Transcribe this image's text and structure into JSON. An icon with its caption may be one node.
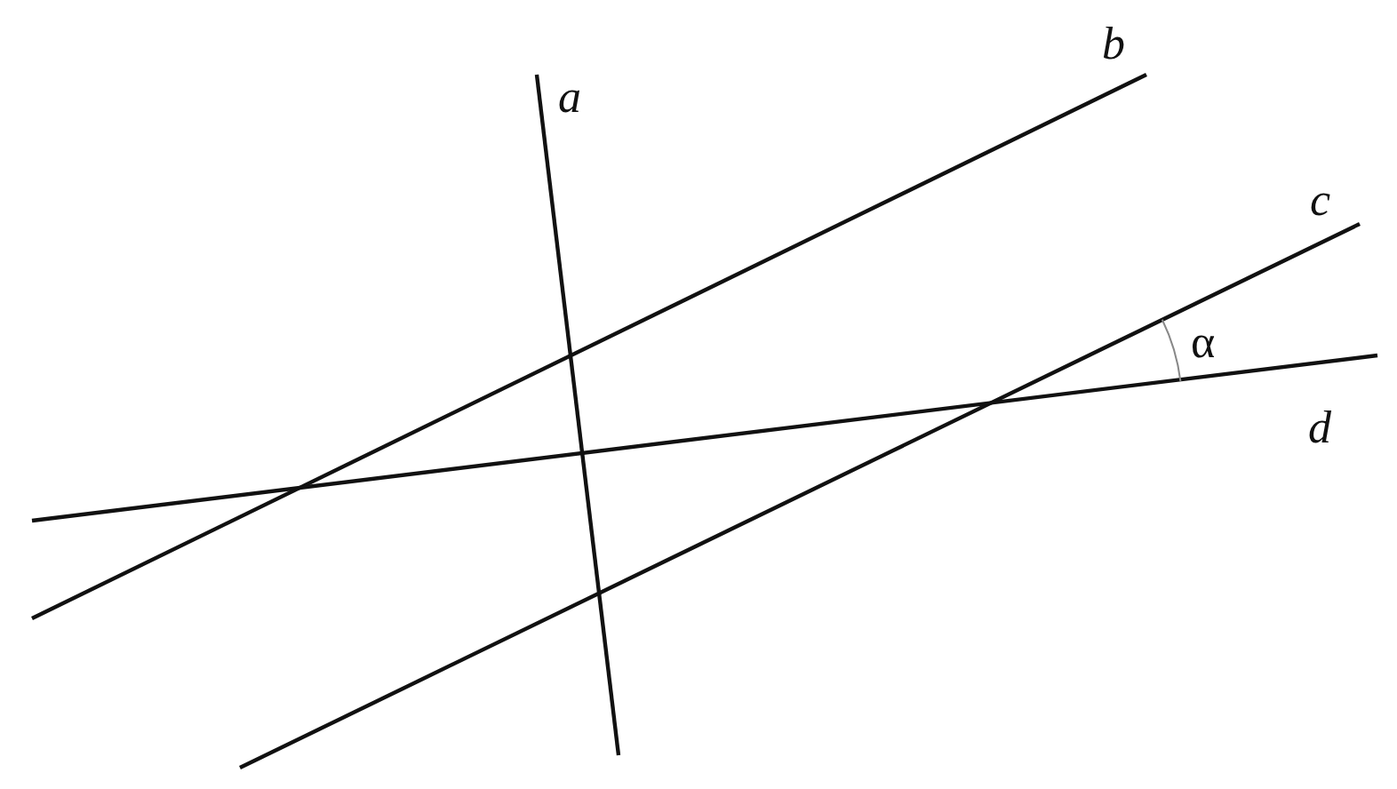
{
  "diagram": {
    "labels": [
      "a",
      "b",
      "c",
      "d",
      "α"
    ]
  }
}
